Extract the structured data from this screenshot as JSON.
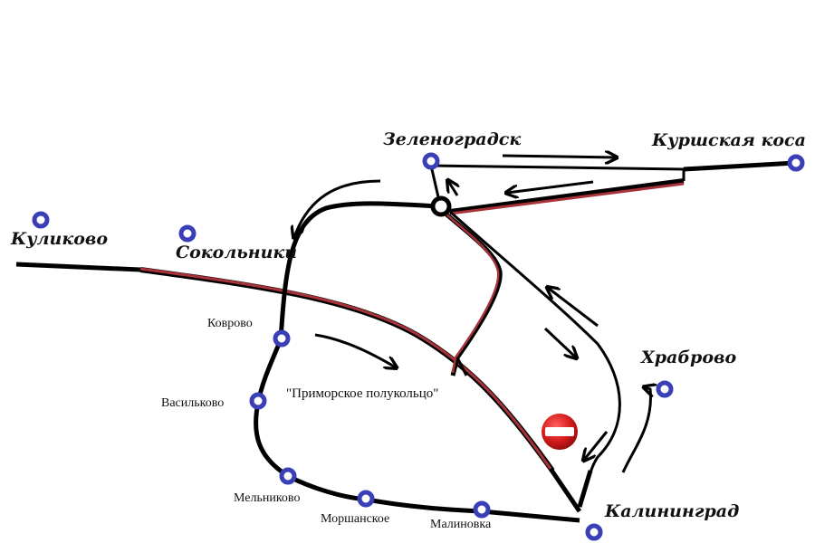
{
  "colors": {
    "track": "#000000",
    "highlight": "#a8323a",
    "station": "#3a3fb8",
    "no_entry": "#c81e1e"
  },
  "cities": {
    "zelenogradsk": "Зеленоградск",
    "kurshskaya_kosa": "Куршская коса",
    "kulikovo": "Куликово",
    "sokolniki": "Сокольники",
    "khrabrovo": "Храброво",
    "kaliningrad": "Калининград"
  },
  "stops": {
    "kovrovo": "Коврово",
    "vasilkovo": "Васильково",
    "melnikovo": "Мельниково",
    "morshanskoe": "Моршанское",
    "malinovka": "Малиновка"
  },
  "annotation": {
    "semiring": "\"Приморское полукольцо\""
  },
  "icons": {
    "station": "station-ring-icon",
    "junction": "junction-ring-icon",
    "no_entry": "no-entry-sign-icon",
    "direction": "direction-arrow-icon"
  }
}
